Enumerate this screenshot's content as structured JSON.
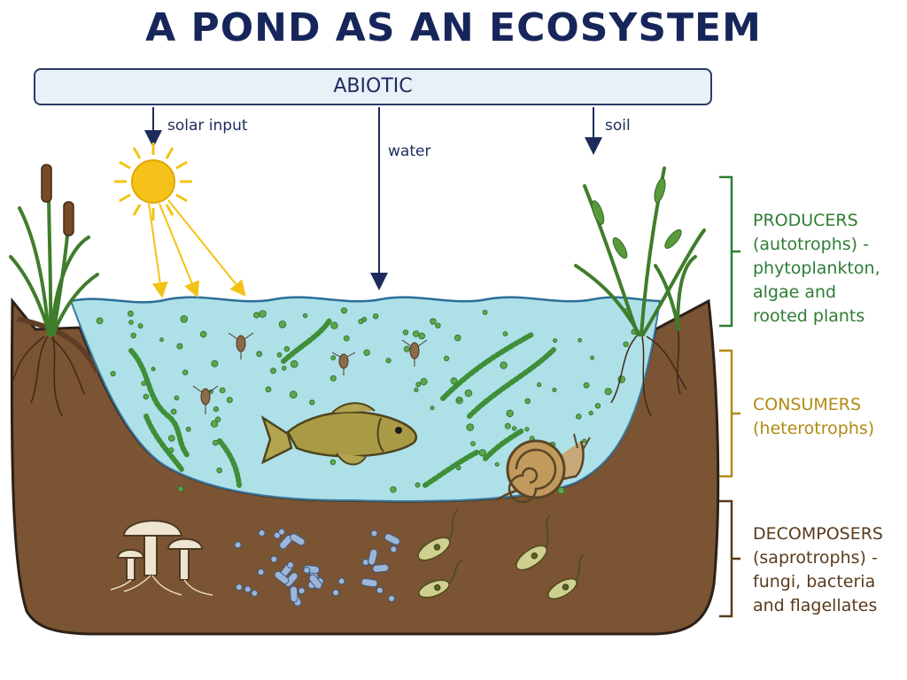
{
  "title": "A POND AS AN ECOSYSTEM",
  "abiotic": {
    "label": "ABIOTIC",
    "inputs": [
      "solar input",
      "water",
      "soil"
    ]
  },
  "groups": [
    {
      "heading": "PRODUCERS",
      "lines": [
        "(autotrophs) -",
        "phytoplankton,",
        "algae and",
        "rooted plants"
      ],
      "color": "#2e7d32"
    },
    {
      "heading": "CONSUMERS",
      "lines": [
        "(heterotrophs)"
      ],
      "color": "#b08a12"
    },
    {
      "heading": "DECOMPOSERS",
      "lines": [
        "(saprotrophs) -",
        "fungi, bacteria",
        "and flagellates"
      ],
      "color": "#5a3a1a"
    }
  ],
  "colors": {
    "water": "#aee0e8",
    "soil": "#7a5433",
    "sun": "#f6c21a",
    "navy": "#1d2b5c",
    "plant": "#3f7d2c"
  }
}
